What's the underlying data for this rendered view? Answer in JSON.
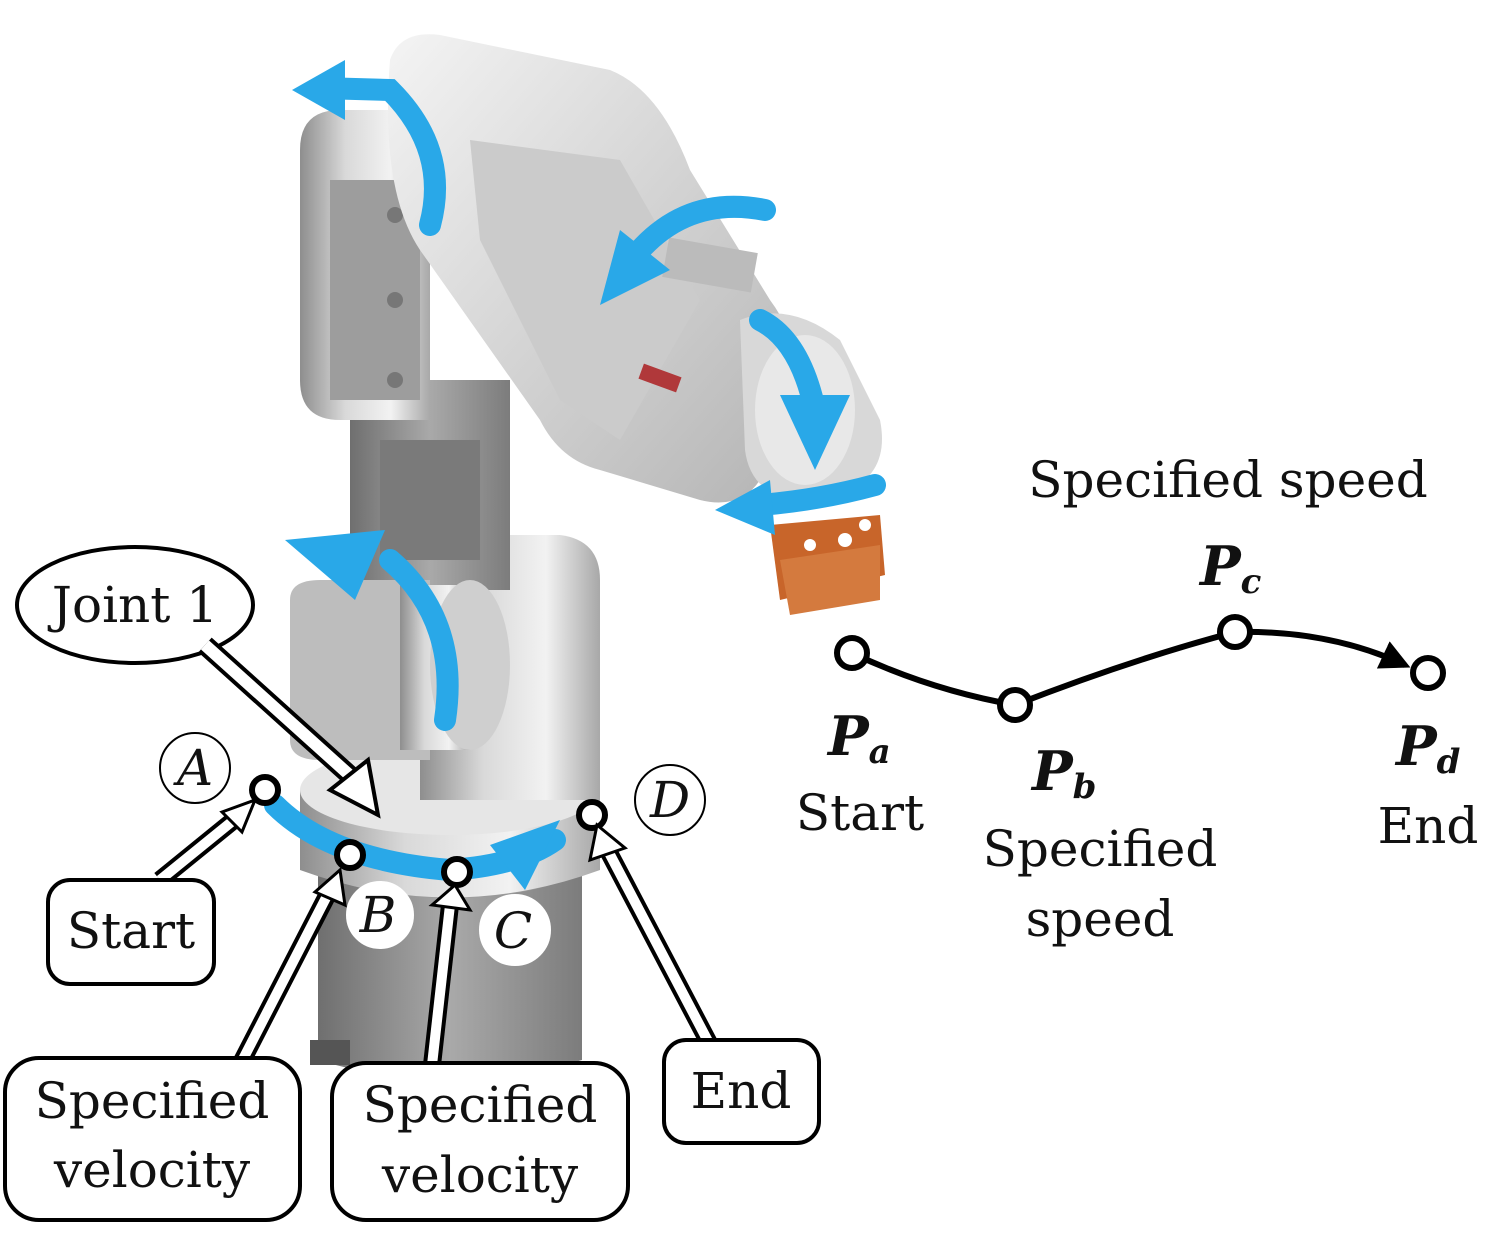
{
  "robot": {
    "joint_label": "Joint 1",
    "joint_points": [
      {
        "letter": "A",
        "caption": [
          "Start"
        ]
      },
      {
        "letter": "B",
        "caption": [
          "Specified",
          "velocity"
        ]
      },
      {
        "letter": "C",
        "caption": [
          "Specified",
          "velocity"
        ]
      },
      {
        "letter": "D",
        "caption": [
          "End"
        ]
      }
    ],
    "arrow_color": "#29a8e8",
    "body_color": "#c8c8c8",
    "flange_color": "#c8652a"
  },
  "path": {
    "top_caption": "Specified speed",
    "points": [
      {
        "letter": "P",
        "subscript": "a",
        "caption": [
          "Start"
        ]
      },
      {
        "letter": "P",
        "subscript": "b",
        "caption": [
          "Specified",
          "speed"
        ]
      },
      {
        "letter": "P",
        "subscript": "c",
        "caption": []
      },
      {
        "letter": "P",
        "subscript": "d",
        "caption": [
          "End"
        ]
      }
    ]
  }
}
